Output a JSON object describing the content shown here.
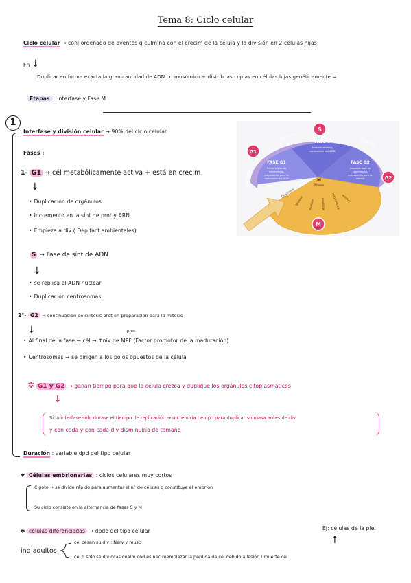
{
  "title": "Tema 8: Ciclo celular",
  "intro": {
    "term": "Ciclo celular",
    "arrow": "→",
    "definition": "conj ordenado de eventos q culmina con el crecim de la célula y la división en 2 células hijas",
    "fn_label": "Fn",
    "fn_arrow": "↓",
    "fn_text": "Duplicar en forma exacta la gran cantidad de ADN cromosómico + distrib las copias en células hijas genéticamente ="
  },
  "etapas": {
    "label": "Etapas",
    "text": ": Interfase y Fase M"
  },
  "section1": {
    "number": "1",
    "heading": "Interfase y división celular",
    "heading_text": "→ 90% del ciclo celular",
    "fases_label": "Fases :",
    "g1": {
      "prefix": "1-",
      "label": "G1",
      "text": "→ cél metabólicamente activa + está en crecim",
      "down": "↓",
      "bullets": [
        "Duplicación de orgánulos",
        "Incremento en la sínt de prot y ARN",
        "Empieza a div ( Dep fact ambientales)"
      ]
    },
    "s": {
      "label": "S",
      "text": "→ Fase de sínt de ADN",
      "down": "↓",
      "bullets": [
        "se replica el ADN nuclear",
        "Duplicación centrosomas"
      ]
    },
    "g2": {
      "prefix": "2°-",
      "label": "G2",
      "text": "→ continuación de síntesis prot en preparación para la mitosis",
      "down": "↓",
      "pres": "pres",
      "bullets": [
        "Al final de la fase → cél → ↑niv de MPF (Factor promotor de la maduración)",
        "Centrosomas → se dirigen a los polos opuestos de la célula"
      ]
    },
    "note": {
      "star": "✲",
      "label": "G1 y G2",
      "text": "→ ganan tiempo para que la célula crezca y duplique los orgánulos citoplasmáticos",
      "down": "↓",
      "line1": "Si la interfase solo durase el tiempo de replicación → no tendría tiempo para duplicar su masa antes de div",
      "line2": "y con cada y con cada div disminuiría de tamaño"
    },
    "duracion_label": "Duración",
    "duracion_text": ": variable dpd del tipo celular"
  },
  "embrionarias": {
    "star": "✱",
    "label": "Células embrionarias",
    "text": ": ciclos celulares muy cortos",
    "line1": "Cigoto → se divide rápido para aumentar el n° de células q constituye el embrión",
    "line2": "Su ciclo consiste en la alternancia de fases S y M"
  },
  "diferenciadas": {
    "star": "✱",
    "label": "células diferenciadas",
    "text": "→ dpde del tipo celular",
    "example": "Ej: células de la piel",
    "up_arrow": "↑",
    "ind_label": "ind adultos",
    "branch1": "cél cesan su div : Nerv y musc",
    "branch2": "cél q solo se div ocasionalm cnd es nec reemplazar la pérdida de cél debido a lesión / muerte cél"
  },
  "diagram": {
    "badge_s": "S",
    "badge_g1": "G1",
    "badge_g2": "G2",
    "badge_m": "M",
    "ring_label_1": "Interfase",
    "ring_label_2": "Interfase",
    "ring_label_3": "Interfase",
    "fase_s_title": "FASE S",
    "fase_s_desc_1": "Fase de síntesis,",
    "fase_s_desc_2": "replicación del ADN",
    "fase_g1_title": "FASE G1",
    "fase_g1_desc_1": "Primera fase de",
    "fase_g1_desc_2": "crecimiento,",
    "fase_g1_desc_3": "preparación para la",
    "fase_g1_desc_4": "replicación del ADN",
    "fase_g2_title": "FASE G2",
    "fase_g2_desc_1": "Segunda fase de",
    "fase_g2_desc_2": "crecimiento,",
    "fase_g2_desc_3": "preparación para la",
    "fase_g2_desc_4": "mitosis",
    "m_label": "M",
    "m_sub": "Mitosis",
    "m_stages": [
      "Citocinesis",
      "Telofase",
      "Anafase",
      "Metafase",
      "Prometafase",
      "Profase"
    ],
    "colors": {
      "phase_s": "#6f6fd8",
      "phase_g1": "#8e8ee6",
      "phase_g2": "#7c7cdc",
      "ring": "#b7a0e0",
      "mitosis": "#f0b84a",
      "badge": "#e23a6b",
      "arrow": "#f3d08a"
    }
  }
}
